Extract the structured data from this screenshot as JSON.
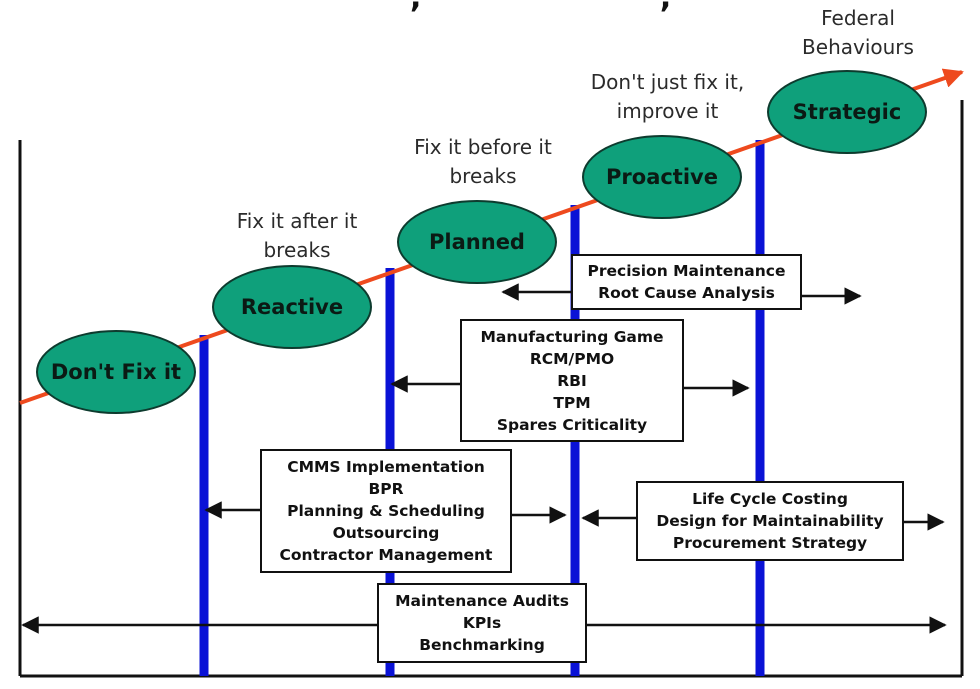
{
  "diagram": {
    "top_label": "Federal Behaviours",
    "stages": [
      {
        "label": "Don't Fix it",
        "caption": ""
      },
      {
        "label": "Reactive",
        "caption": "Fix it after it breaks"
      },
      {
        "label": "Planned",
        "caption": "Fix it before it breaks"
      },
      {
        "label": "Proactive",
        "caption": "Don't just fix it, improve it"
      },
      {
        "label": "Strategic",
        "caption": ""
      }
    ],
    "boxes": {
      "precision": [
        "Precision Maintenance",
        "Root Cause Analysis"
      ],
      "manufacturing": [
        "Manufacturing Game",
        "RCM/PMO",
        "RBI",
        "TPM",
        "Spares Criticality"
      ],
      "cmms": [
        "CMMS Implementation",
        "BPR",
        "Planning & Scheduling",
        "Outsourcing",
        "Contractor Management"
      ],
      "lifecycle": [
        "Life Cycle Costing",
        "Design for Maintainability",
        "Procurement Strategy"
      ],
      "audits": [
        "Maintenance Audits",
        "KPIs",
        "Benchmarking"
      ]
    },
    "colors": {
      "stage_fill": "#0fa07b",
      "divider": "#0a12d6",
      "trend_arrow": "#ee4a1e",
      "frame": "#111111"
    }
  }
}
